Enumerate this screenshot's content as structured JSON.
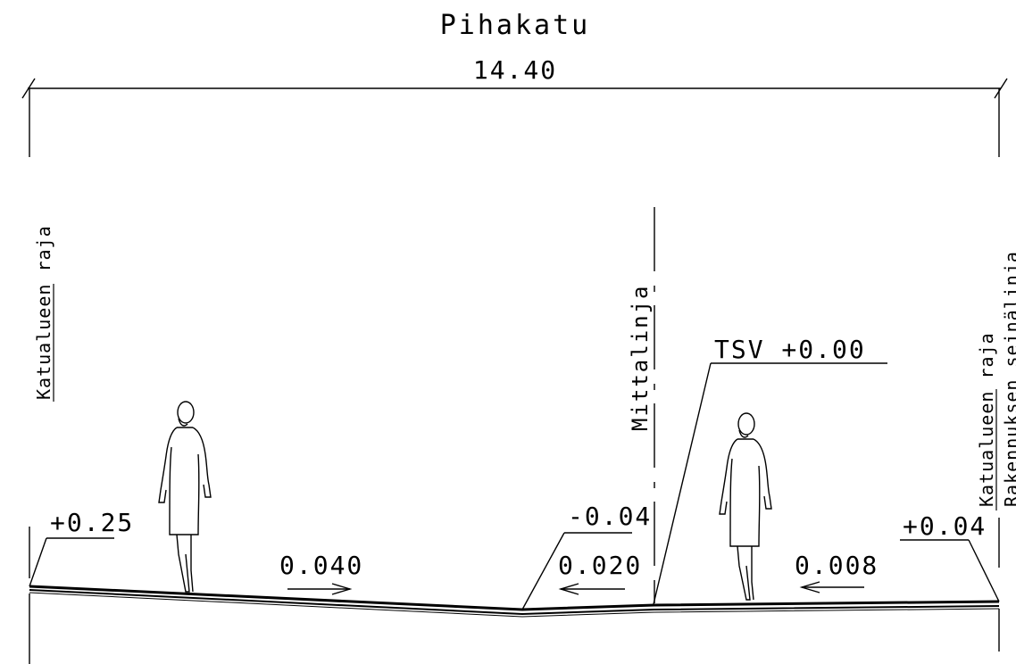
{
  "title": "Pihakatu",
  "total_width": "14.40",
  "labels": {
    "left_boundary": "Katualueen raja",
    "center_line": "Mittalinja",
    "right_boundary": "Katualueen raja",
    "building_wall_line": "Rakennuksen seinälinja"
  },
  "elevations": {
    "left_edge": "+0.25",
    "low_point": "-0.04",
    "tsv": "TSV +0.00",
    "right_edge": "+0.04"
  },
  "slopes": {
    "left": {
      "value": "0.040",
      "direction": "right"
    },
    "center": {
      "value": "0.020",
      "direction": "left"
    },
    "right": {
      "value": "0.008",
      "direction": "left"
    }
  },
  "figures": [
    "pedestrian-left",
    "pedestrian-right"
  ],
  "colors": {
    "ink": "#000000",
    "paper": "#ffffff"
  }
}
